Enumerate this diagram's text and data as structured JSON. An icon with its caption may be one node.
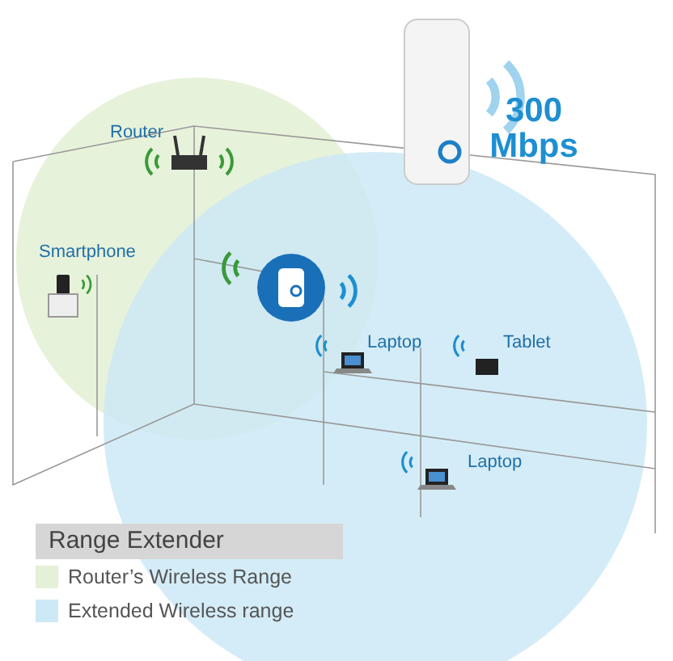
{
  "diagram": {
    "title": "Range Extender",
    "labels": [
      "Router",
      "Smartphone",
      "Laptop",
      "Tablet",
      "Laptop",
      "300 Mbps"
    ],
    "legend": [
      {
        "text": "Router’s Wireless Range",
        "color": "#e4f1d6"
      },
      {
        "text": "Extended Wireless range",
        "color": "#cde9f6"
      }
    ]
  }
}
